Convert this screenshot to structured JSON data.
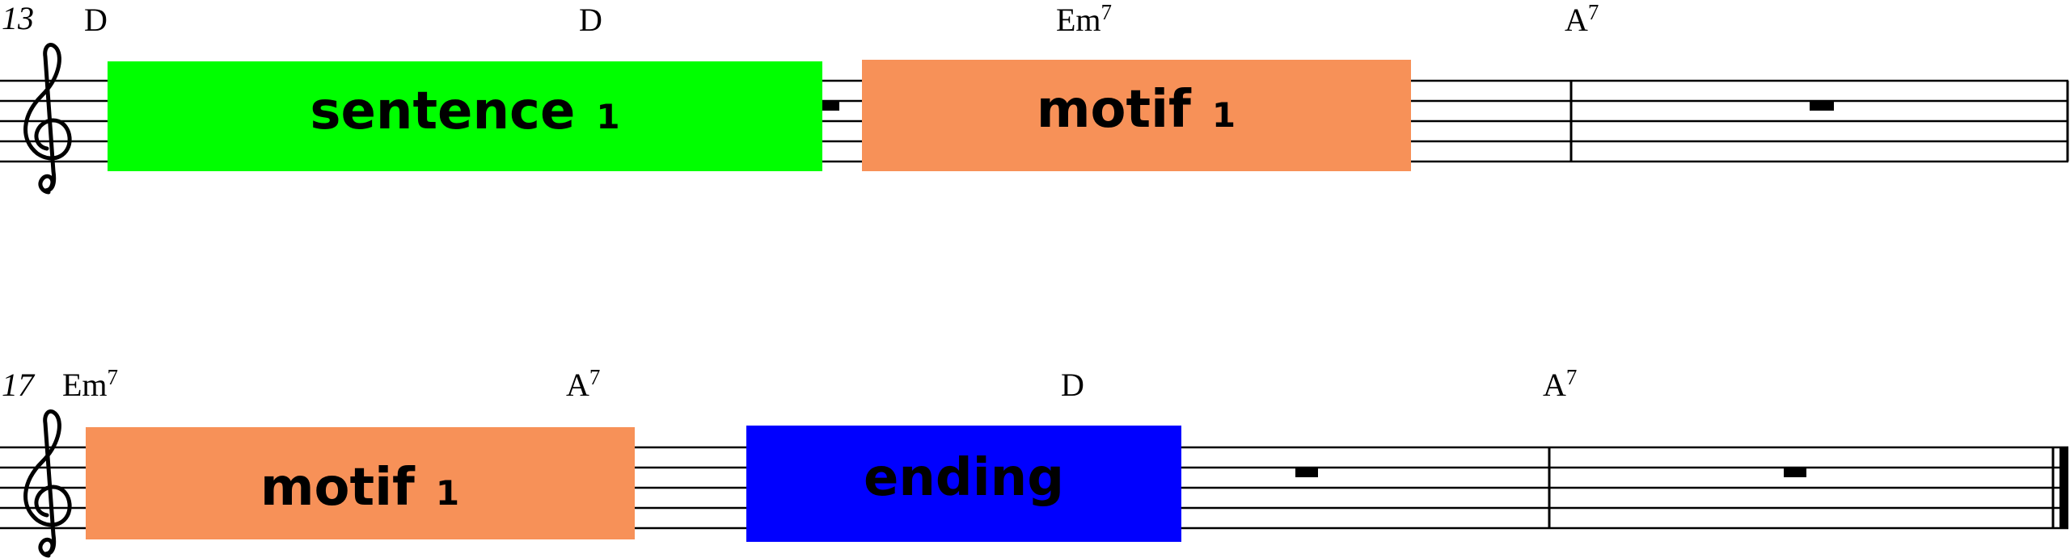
{
  "systems": [
    {
      "measure_number": "13",
      "chords": [
        {
          "root": "D",
          "ext": ""
        },
        {
          "root": "D",
          "ext": ""
        },
        {
          "root": "Em",
          "ext": "7"
        },
        {
          "root": "A",
          "ext": "7"
        }
      ],
      "labels": [
        {
          "name": "sentence",
          "index": "1",
          "color": "#00ff00"
        },
        {
          "name": "motif",
          "index": "1",
          "color": "#f79158"
        }
      ]
    },
    {
      "measure_number": "17",
      "chords": [
        {
          "root": "Em",
          "ext": "7"
        },
        {
          "root": "A",
          "ext": "7"
        },
        {
          "root": "D",
          "ext": ""
        },
        {
          "root": "A",
          "ext": "7"
        }
      ],
      "labels": [
        {
          "name": "motif",
          "index": "1",
          "color": "#f79158"
        },
        {
          "name": "ending",
          "index": "",
          "color": "#0000ff"
        }
      ]
    }
  ]
}
